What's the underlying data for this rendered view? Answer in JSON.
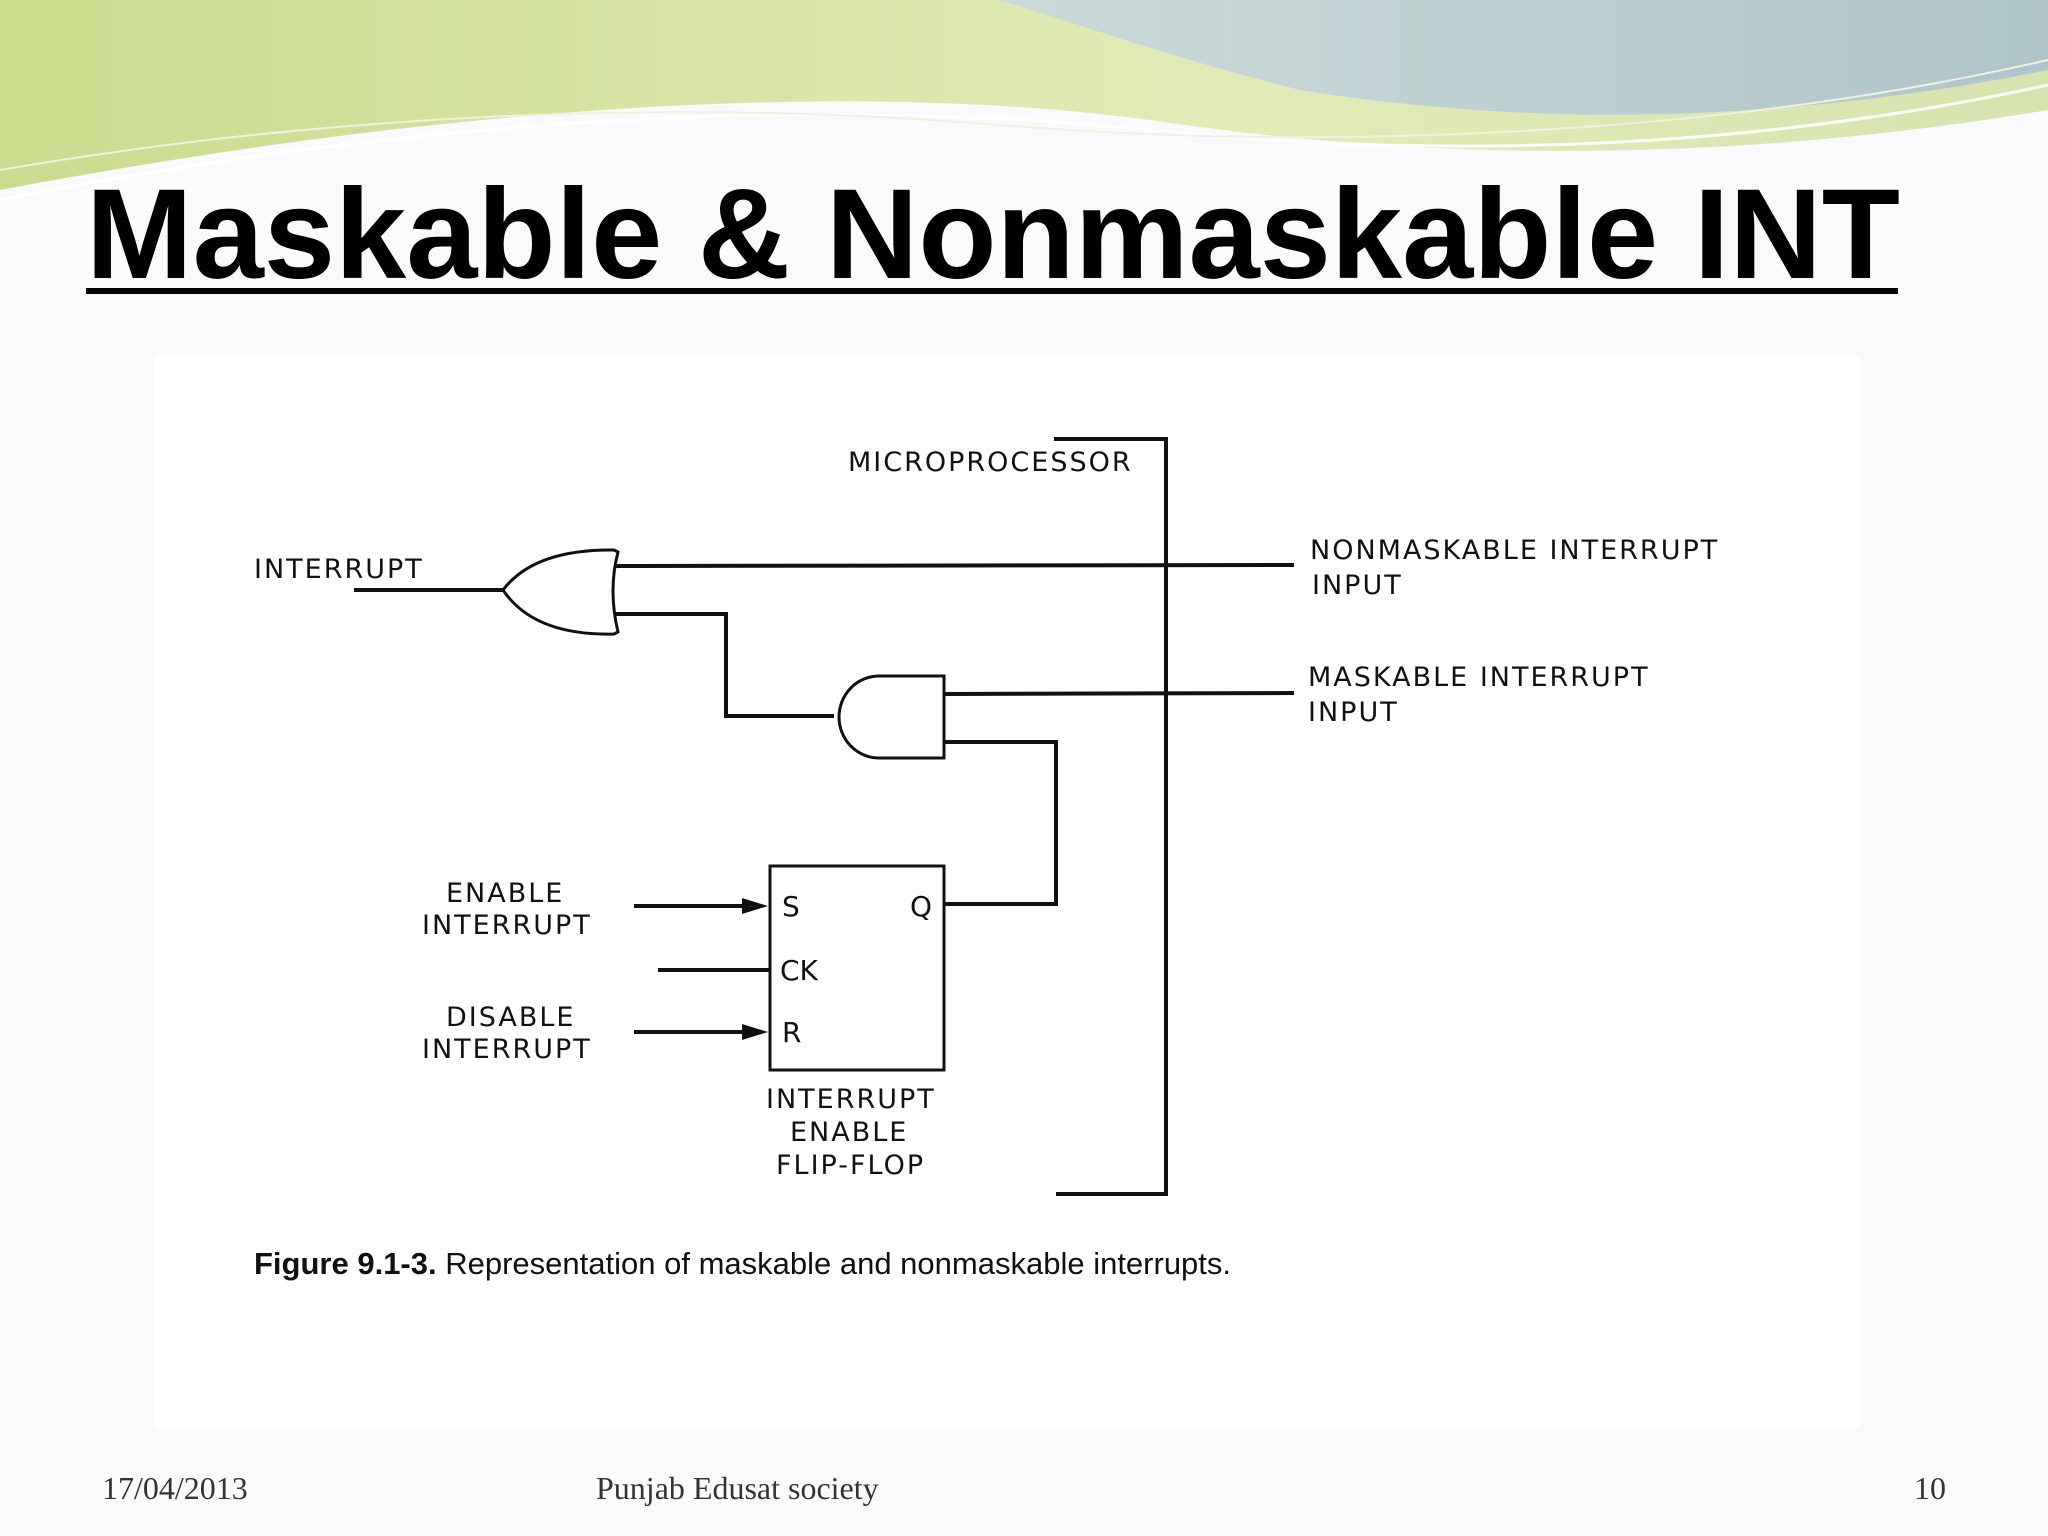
{
  "slide": {
    "title": "Maskable & Nonmaskable INT",
    "colors": {
      "banner_green": "#d4e3a2",
      "banner_blue": "#b9cdd6",
      "background": "#fafafc"
    }
  },
  "diagram": {
    "microprocessor_label": "MICROPROCESSOR",
    "interrupt_label": "INTERRUPT",
    "nmi_output_line1": "NONMASKABLE INTERRUPT",
    "nmi_output_line2": "INPUT",
    "mi_output_line1": "MASKABLE INTERRUPT",
    "mi_output_line2": "INPUT",
    "enable_line1": "ENABLE",
    "enable_line2": "INTERRUPT",
    "disable_line1": "DISABLE",
    "disable_line2": "INTERRUPT",
    "pin_s": "S",
    "pin_q": "Q",
    "pin_ck": "CK",
    "pin_r": "R",
    "ff_line1": "INTERRUPT",
    "ff_line2": "ENABLE",
    "ff_line3": "FLIP-FLOP"
  },
  "caption": {
    "figure_number": "Figure 9.1-3.",
    "text": "Representation of maskable and nonmaskable interrupts."
  },
  "footer": {
    "date": "17/04/2013",
    "organization": "Punjab Edusat society",
    "page_number": "10"
  }
}
